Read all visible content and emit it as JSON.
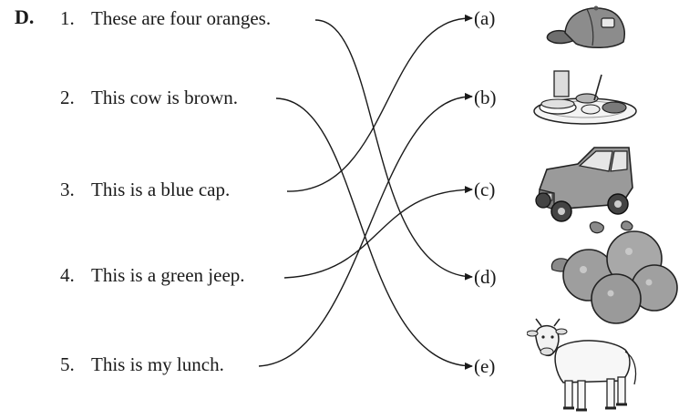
{
  "exercise": {
    "label": "D."
  },
  "sentences": [
    {
      "number": "1.",
      "text": "These are four oranges."
    },
    {
      "number": "2.",
      "text": "This cow is brown."
    },
    {
      "number": "3.",
      "text": "This is a blue cap."
    },
    {
      "number": "4.",
      "text": "This is a green jeep."
    },
    {
      "number": "5.",
      "text": "This is my lunch."
    }
  ],
  "options": [
    {
      "label": "(a)",
      "picture": "cap-icon"
    },
    {
      "label": "(b)",
      "picture": "lunch-plate-icon"
    },
    {
      "label": "(c)",
      "picture": "jeep-icon"
    },
    {
      "label": "(d)",
      "picture": "oranges-icon"
    },
    {
      "label": "(e)",
      "picture": "cow-icon"
    }
  ],
  "matches": [
    {
      "sentence": "1.",
      "option": "(d)"
    },
    {
      "sentence": "2.",
      "option": "(e)"
    },
    {
      "sentence": "3.",
      "option": "(a)"
    },
    {
      "sentence": "4.",
      "option": "(c)"
    },
    {
      "sentence": "5.",
      "option": "(b)"
    }
  ]
}
